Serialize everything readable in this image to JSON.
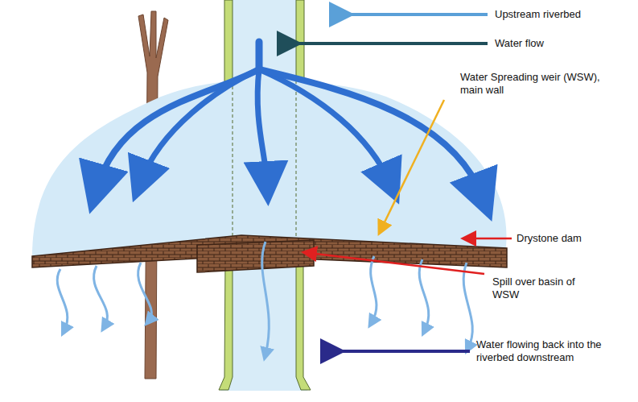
{
  "diagram": {
    "labels": [
      "Upstream riverbed",
      "Water flow",
      "Water Spreading weir (WSW), main wall",
      "Drystone dam",
      "Spill over basin of WSW",
      "Water flowing back into the riverbed downstream"
    ]
  }
}
